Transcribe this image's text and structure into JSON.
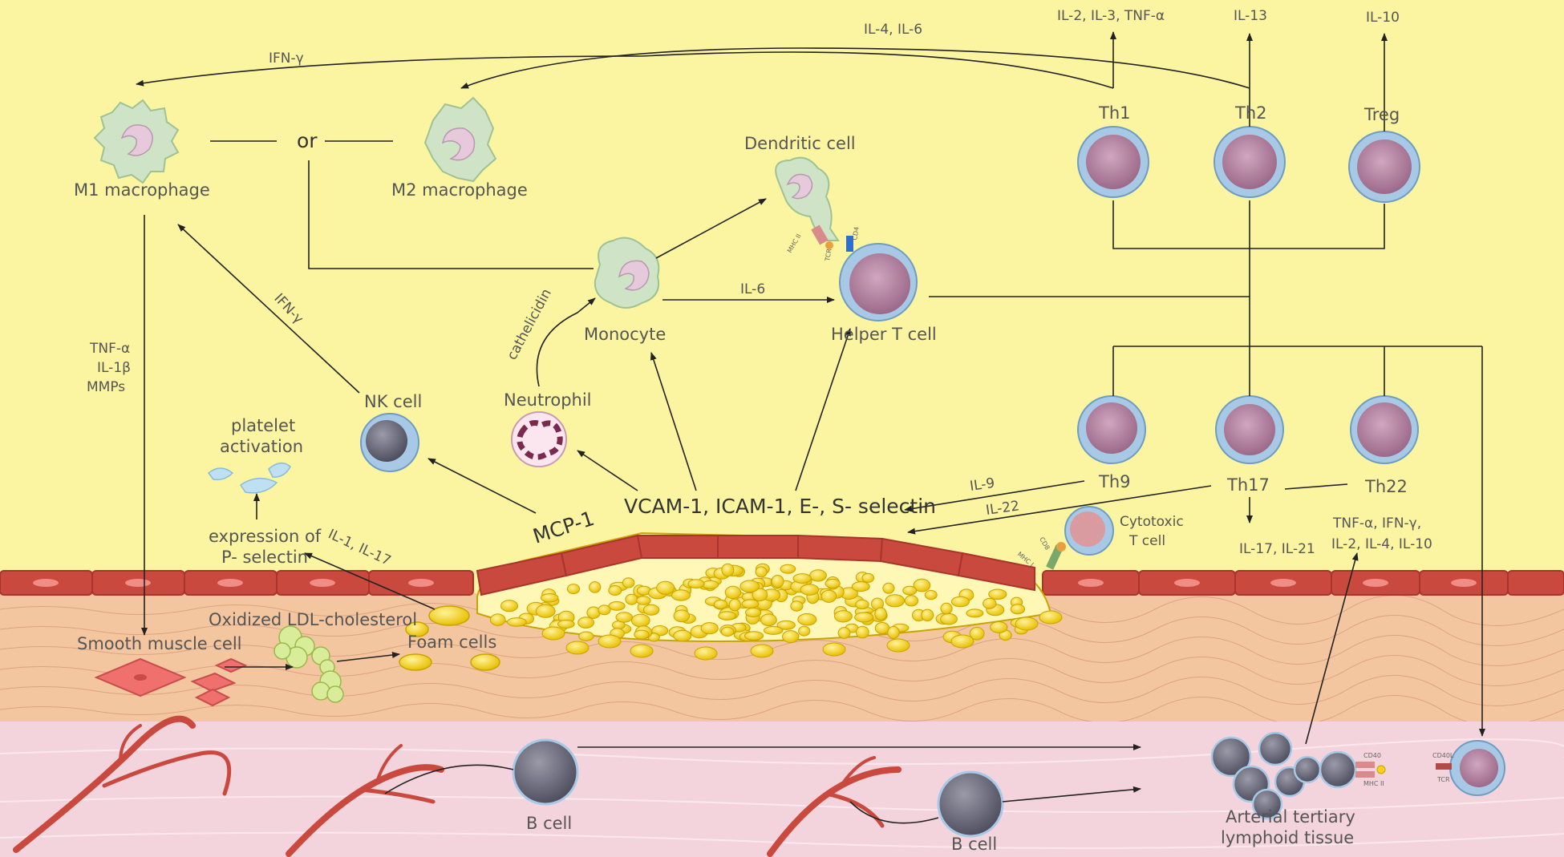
{
  "cytokines": {
    "ifn_top": "IFN-γ",
    "il4_il6": "IL-4, IL-6",
    "th1_out": "IL-2, IL-3, TNF-α",
    "th2_out": "IL-13",
    "treg_out": "IL-10",
    "ifn_nk": "IFN-γ",
    "il6": "IL-6",
    "cathelicidin": "cathelicidin",
    "tnf": "TNF-α",
    "il1b": "IL-1β",
    "mmps": "MMPs",
    "il1_il17": "IL-1, IL-17",
    "il9": "IL-9",
    "il22": "IL-22",
    "th17_out": "IL-17, IL-21",
    "tls_out_1": "TNF-α, IFN-γ,",
    "tls_out_2": "IL-2, IL-4, IL-10"
  },
  "cells": {
    "m1": "M1 macrophage",
    "or": "or",
    "m2": "M2 macrophage",
    "dendritic": "Dendritic cell",
    "monocyte": "Monocyte",
    "helper_t": "Helper T cell",
    "th1": "Th1",
    "th2": "Th2",
    "treg": "Treg",
    "th9": "Th9",
    "th17": "Th17",
    "th22": "Th22",
    "nk": "NK cell",
    "neutrophil": "Neutrophil",
    "cytotoxic_1": "Cytotoxic",
    "cytotoxic_2": "T cell",
    "smooth_muscle": "Smooth muscle cell",
    "foam": "Foam cells",
    "oxldl": "Oxidized LDL-cholesterol",
    "b_cell_1": "B cell",
    "b_cell_2": "B cell",
    "tls_1": "Arterial tertiary",
    "tls_2": "lymphoid tissue"
  },
  "process": {
    "platelet_1": "platelet",
    "platelet_2": "activation",
    "psel_1": "expression of",
    "psel_2": "P- selectin",
    "mcp1": "MCP-1",
    "adhesion": "VCAM-1, ICAM-1, E-, S- selectin"
  },
  "receptors": {
    "mhc2": "MHC II",
    "tcr": "TCR",
    "cd4": "CD4",
    "cd8": "CD8",
    "mhc1": "MHC I",
    "cd40": "CD40",
    "mhc2_b": "MHC II",
    "cd40l": "CD40L",
    "tcr_b": "TCR"
  },
  "colors": {
    "background": "#fbf4a1",
    "endothelium": "#c9493e",
    "intima": "#f3c6a0",
    "plaque_lipid": "#f4d31a",
    "vessel_layer": "#f4d4dc",
    "tcell_fill": "#b98aa8",
    "tcell_ring": "#a7c9e6",
    "macrophage": "#cfe3c6",
    "bcell": "#6f6f82"
  }
}
